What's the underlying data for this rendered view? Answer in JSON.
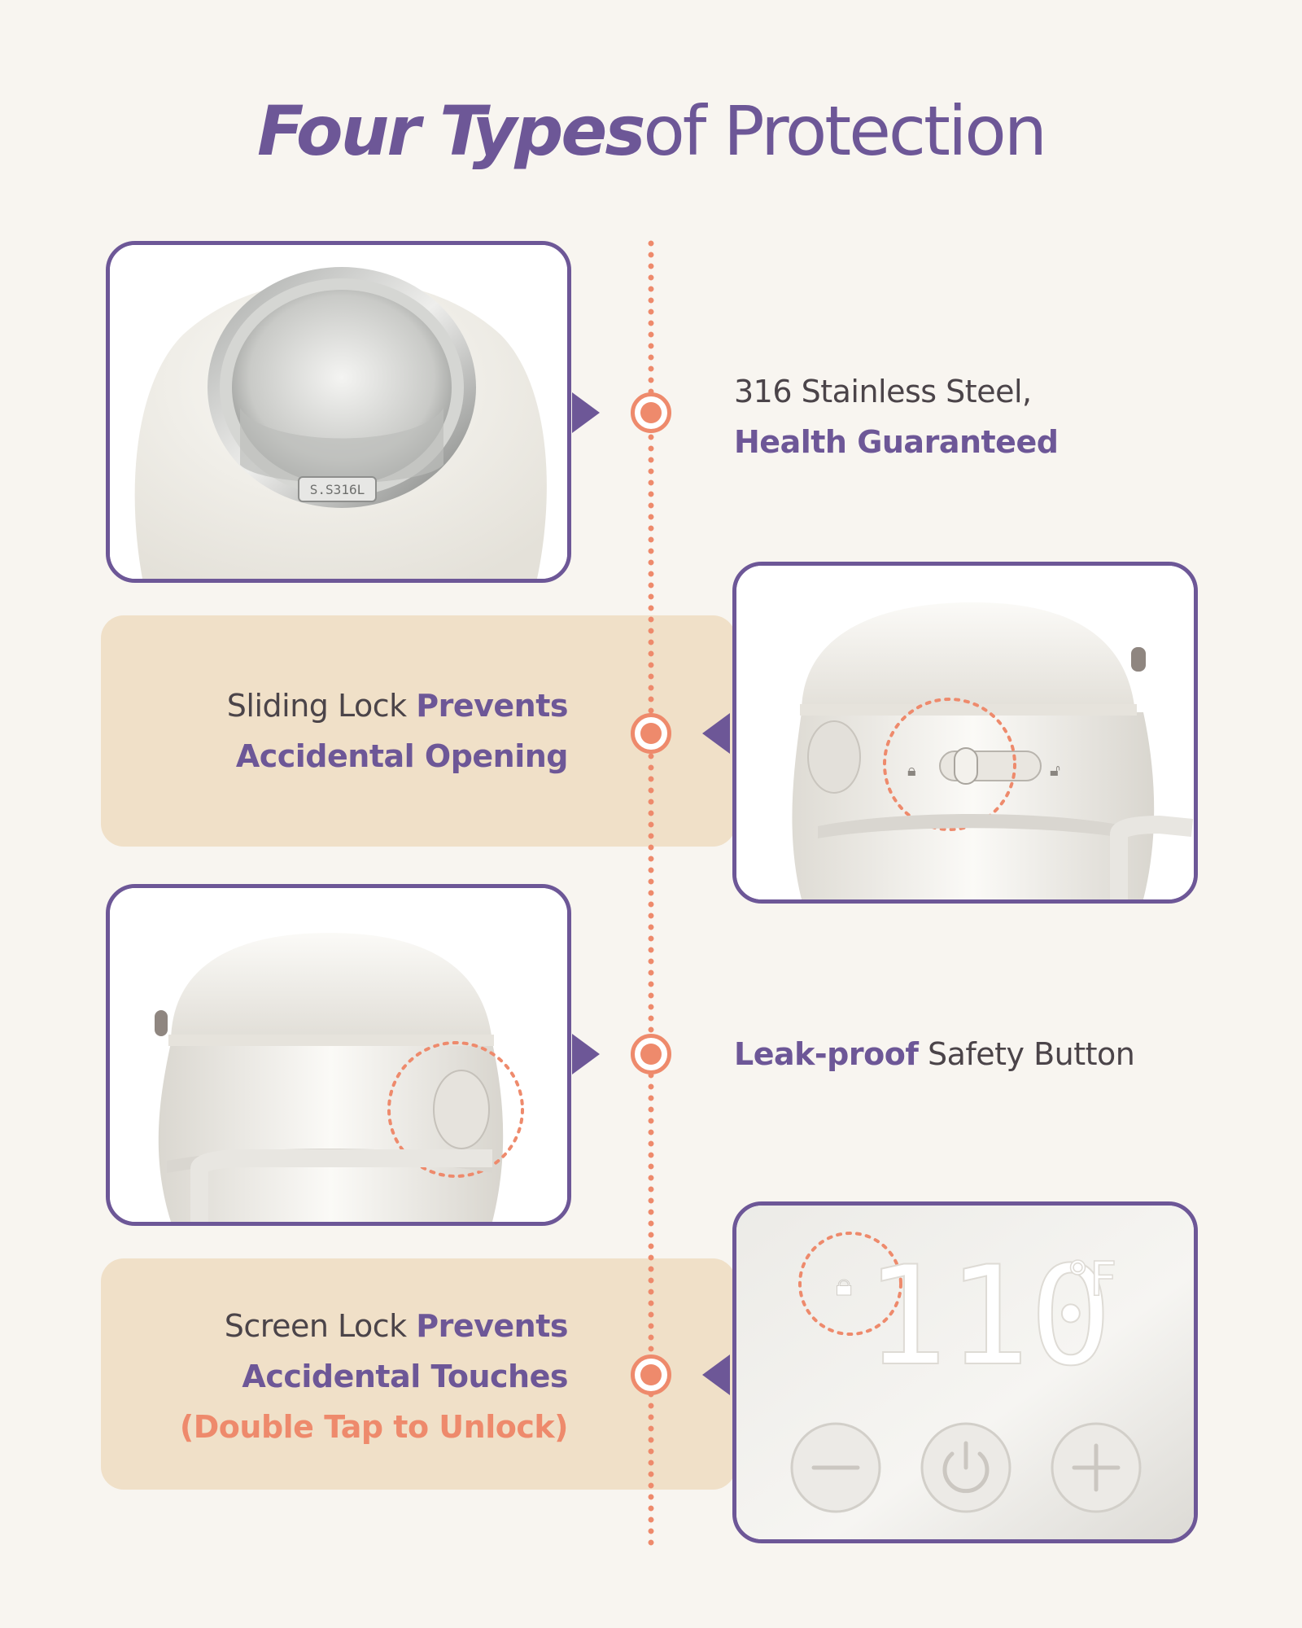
{
  "title": {
    "bold": "Four Types",
    "light": "of Protection"
  },
  "colors": {
    "accent_purple": "#6d5797",
    "accent_orange": "#ee8a6c",
    "band_beige": "#f0e0c8",
    "background": "#f8f5f0"
  },
  "features": [
    {
      "line1": "316 Stainless Steel,",
      "line2_bold": "Health Guaranteed"
    },
    {
      "line1_plain": "Sliding Lock",
      "line1_bold": "Prevents",
      "line2_bold": "Accidental Opening"
    },
    {
      "bold": "Leak-proof",
      "plain": "Safety Button"
    },
    {
      "line1_plain": "Screen Lock",
      "line1_bold": "Prevents",
      "line2_bold": "Accidental Touches",
      "line3_note": "(Double Tap to Unlock)"
    }
  ],
  "images": {
    "steel_stamp": "S.S316L",
    "display_temperature": "110",
    "display_unit": "°F"
  }
}
